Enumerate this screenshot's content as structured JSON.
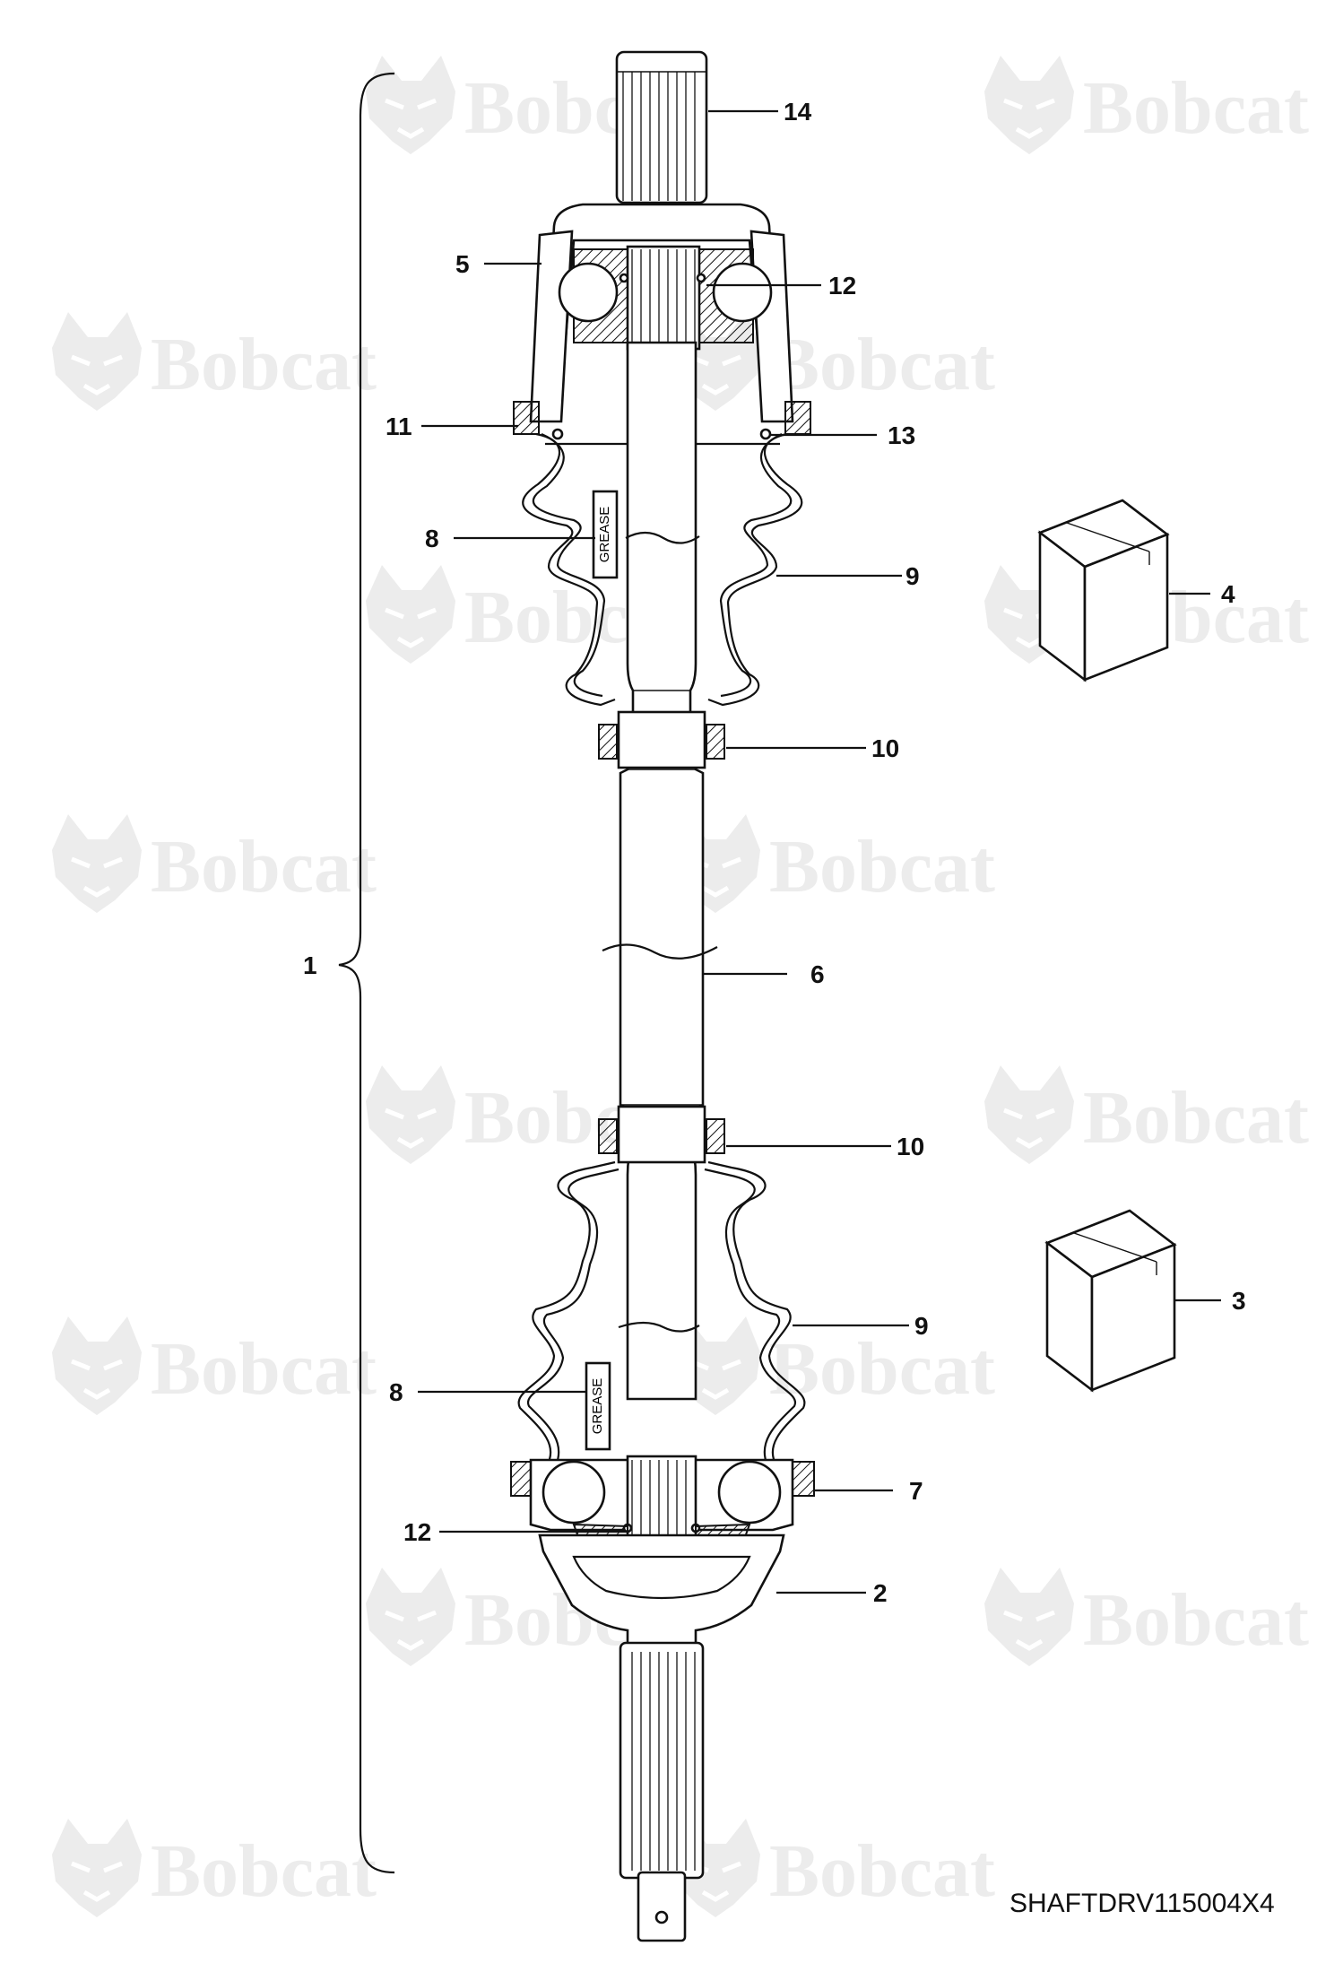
{
  "watermark": {
    "text": "Bobcat"
  },
  "drawing_code": "SHAFTDRV115004X4",
  "grease_label": "GREASE",
  "callouts": {
    "c1": "1",
    "c2": "2",
    "c3": "3",
    "c4": "4",
    "c5": "5",
    "c6": "6",
    "c7": "7",
    "c8a": "8",
    "c8b": "8",
    "c9a": "9",
    "c9b": "9",
    "c10a": "10",
    "c10b": "10",
    "c11": "11",
    "c12a": "12",
    "c12b": "12",
    "c13": "13",
    "c14": "14"
  }
}
